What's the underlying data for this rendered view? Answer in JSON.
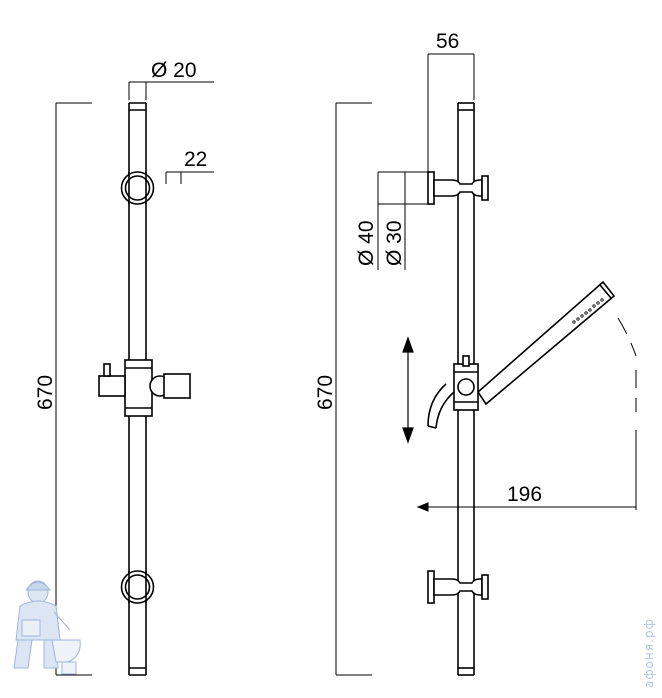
{
  "front_view": {
    "tube_diameter_label": "Ø 20",
    "bracket_offset_label": "22",
    "height_label": "670"
  },
  "side_view": {
    "depth_label": "56",
    "bracket_outer_label": "Ø 40",
    "bracket_inner_label": "Ø 30",
    "height_label": "670",
    "reach_label": "196"
  },
  "watermark": {
    "text": "афоня.рф"
  }
}
